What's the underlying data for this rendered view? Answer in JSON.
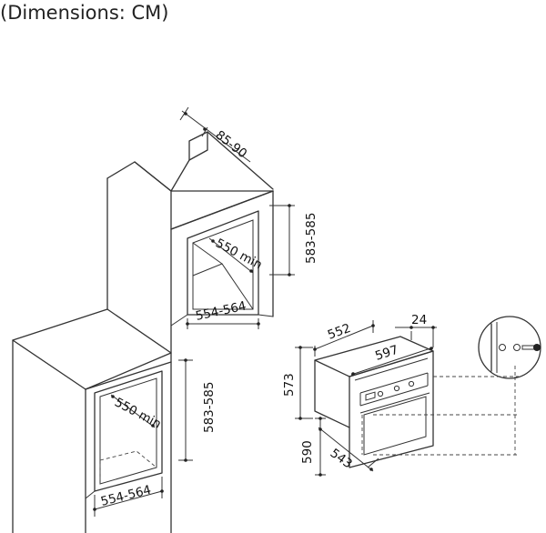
{
  "header": {
    "title": "(Dimensions: CM)"
  },
  "dimensions": {
    "upper_niche_depth_top": "85-90",
    "upper_niche_height": "583-585",
    "upper_niche_depth_min": "550 min",
    "upper_niche_width": "554-564",
    "lower_niche_depth_min": "550 min",
    "lower_niche_height": "583-585",
    "lower_niche_width": "554-564",
    "oven_depth": "552",
    "oven_front_depth": "24",
    "oven_width": "597",
    "oven_height": "573",
    "oven_front_height": "590",
    "oven_body_depth": "543"
  }
}
